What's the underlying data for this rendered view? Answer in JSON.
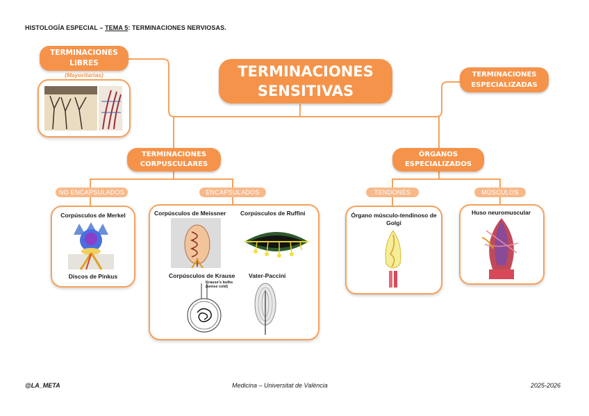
{
  "header": {
    "prefix": "HISTOLOGÍA ESPECIAL – ",
    "tema": "TEMA 5",
    "suffix": ": TERMINACIONES NERVIOSAS."
  },
  "main": {
    "line1": "TERMINACIONES",
    "line2": "SENSITIVAS"
  },
  "libres": {
    "line1": "TERMINACIONES",
    "line2": "LIBRES",
    "note": "(Mayoritarias)"
  },
  "especializadas": {
    "line1": "TERMINACIONES",
    "line2": "ESPECIALIZADAS"
  },
  "corpusculares": {
    "line1": "TERMINACIONES",
    "line2": "CORPUSCULARES"
  },
  "organos": {
    "line1": "ÓRGANOS",
    "line2": "ESPECIALIZADOS"
  },
  "labels": {
    "no_encapsulados": "NO ENCAPSULADOS",
    "encapsulados": "ENCAPSULADOS",
    "tendones": "TENDONES",
    "musculos": "MÚSCULOS"
  },
  "items": {
    "merkel": "Corpúsculos de Merkel",
    "pinkus": "Discos de Pinkus",
    "meissner": "Corpúsculos de Meissner",
    "ruffini": "Corpúsculos de Ruffini",
    "krause": "Corpúsculos de Krause",
    "krause_caption": "Krause's bulbs (sense cold)",
    "vater": "Vater-Paccini",
    "golgi": "Órgano músculo-tendinoso de Golgi",
    "huso": "Huso neuromuscular"
  },
  "footer": {
    "left": "@LA_META",
    "center": "Medicina – Universitat de València",
    "right": "2025-2026"
  },
  "colors": {
    "accent": "#f5934a",
    "light": "#f8b98a",
    "border": "#f6a15b"
  }
}
